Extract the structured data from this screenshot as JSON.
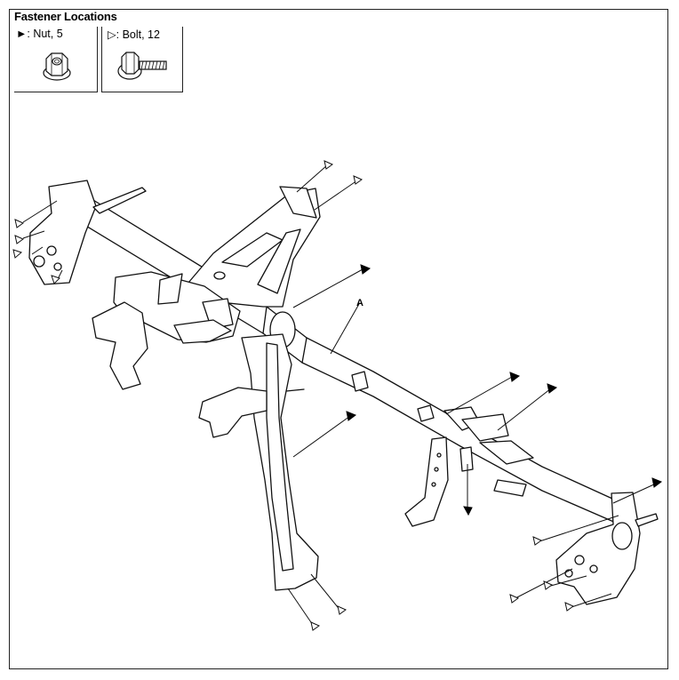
{
  "title": "Fastener Locations",
  "legend": {
    "nut": {
      "symbol": "►",
      "text": ": Nut, 5",
      "icon": "flange-nut-icon"
    },
    "bolt": {
      "symbol": "▷",
      "text": ": Bolt, 12",
      "icon": "flange-bolt-icon"
    }
  },
  "callouts": {
    "part_a": "A"
  },
  "colors": {
    "line": "#111111",
    "background": "#ffffff"
  }
}
